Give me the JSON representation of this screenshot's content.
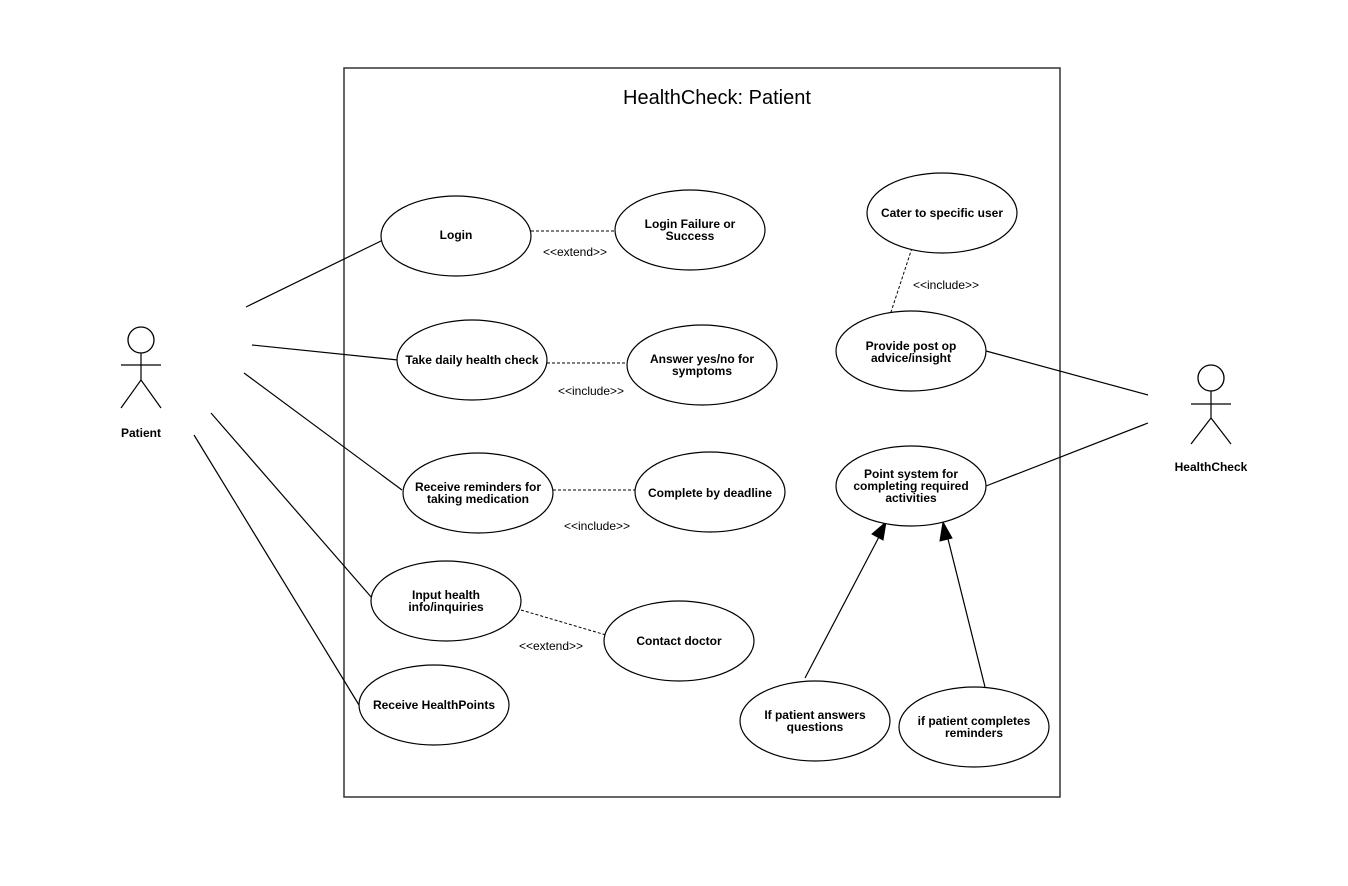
{
  "system": {
    "title": "HealthCheck: Patient"
  },
  "actors": {
    "patient": "Patient",
    "healthcheck": "HealthCheck"
  },
  "use_cases": {
    "login": [
      "Login"
    ],
    "login_result": [
      "Login Failure or",
      "Success"
    ],
    "daily_check": [
      "Take daily health check"
    ],
    "answer_symptoms": [
      "Answer yes/no for",
      "symptoms"
    ],
    "reminders": [
      "Receive reminders for",
      "taking medication"
    ],
    "deadline": [
      "Complete by deadline"
    ],
    "input_info": [
      "Input health",
      "info/inquiries"
    ],
    "contact_doctor": [
      "Contact doctor"
    ],
    "health_points": [
      "Receive HealthPoints"
    ],
    "cater_user": [
      "Cater to specific user"
    ],
    "post_op": [
      "Provide post op",
      "advice/insight"
    ],
    "point_system": [
      "Point system for",
      "completing required",
      "activities"
    ],
    "answers_questions": [
      "If patient answers",
      "questions"
    ],
    "completes_reminders": [
      "if patient completes",
      "reminders"
    ]
  },
  "relations": {
    "login_extend": "<<extend>>",
    "daily_include": "<<include>>",
    "reminders_include": "<<include>>",
    "input_extend": "<<extend>>",
    "post_op_include": "<<include>>"
  }
}
